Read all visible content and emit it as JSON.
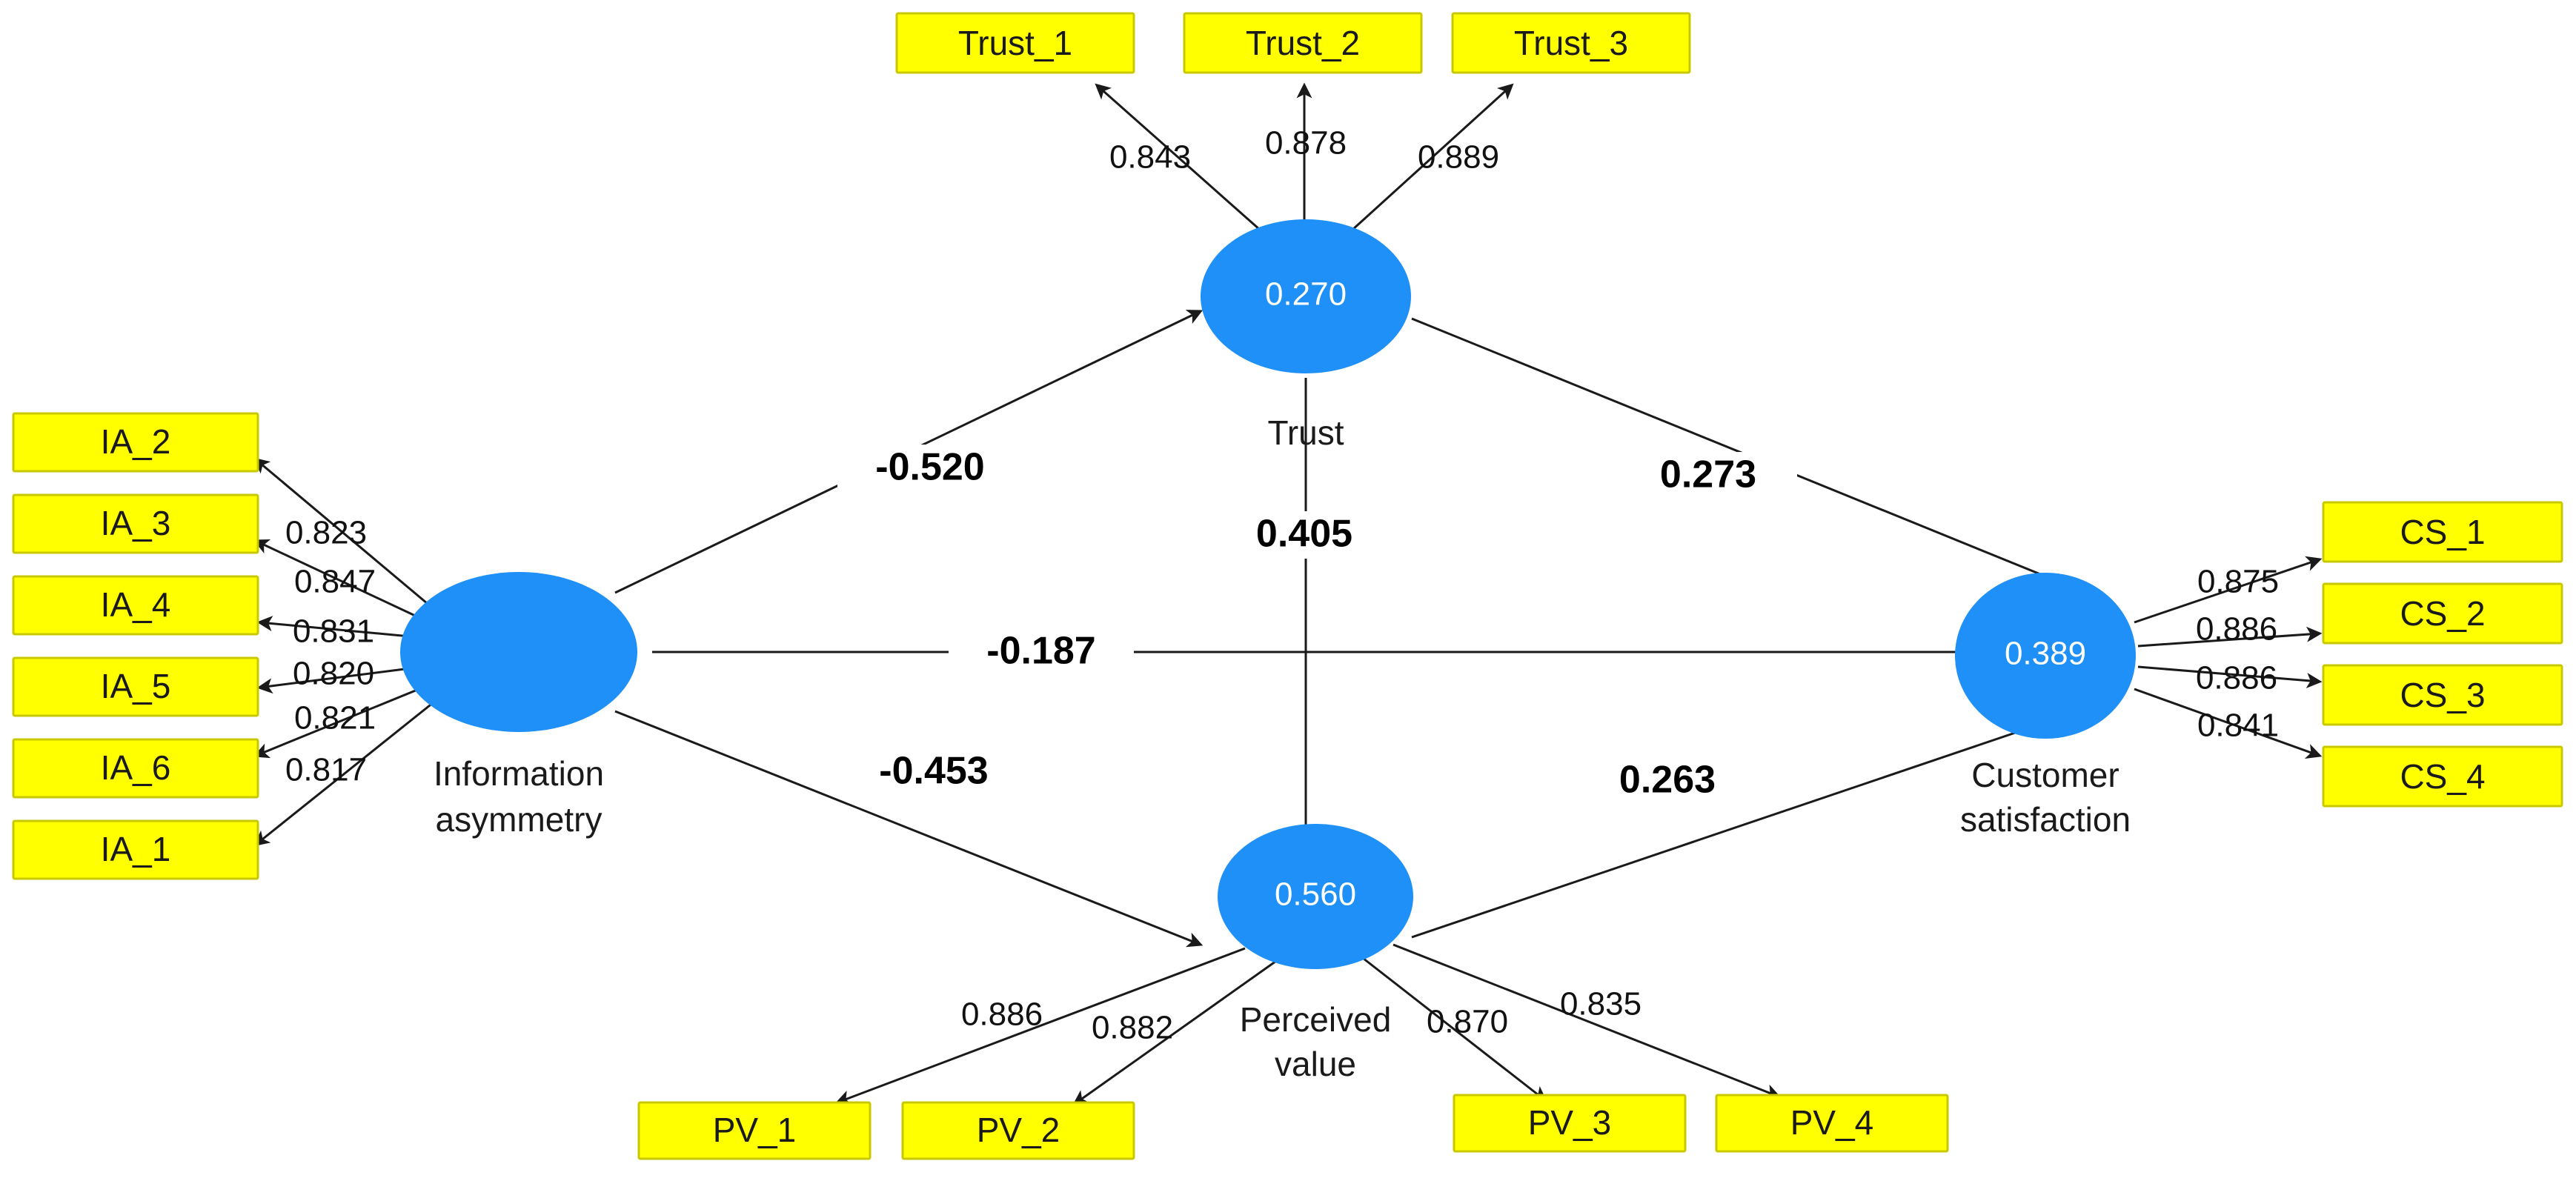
{
  "diagram": {
    "type": "sem-path-diagram",
    "background_color": "#ffffff",
    "indicator_fill": "#ffff00",
    "indicator_border": "#c8c800",
    "latent_fill": "#1e90f8",
    "latent_text_color": "#ffffff",
    "edge_color": "#1a1a1a"
  },
  "latents": {
    "information_asymmetry": {
      "name": "Information",
      "name_line2": "asymmetry",
      "r2": ""
    },
    "trust": {
      "name": "Trust",
      "name_line2": "",
      "r2": "0.270"
    },
    "perceived_value": {
      "name": "Perceived",
      "name_line2": "value",
      "r2": "0.560"
    },
    "customer_satisfaction": {
      "name": "Customer",
      "name_line2": "satisfaction",
      "r2": "0.389"
    }
  },
  "indicators": {
    "ia": [
      {
        "label": "IA_2",
        "loading": "0.823"
      },
      {
        "label": "IA_3",
        "loading": "0.847"
      },
      {
        "label": "IA_4",
        "loading": "0.831"
      },
      {
        "label": "IA_5",
        "loading": "0.820"
      },
      {
        "label": "IA_6",
        "loading": "0.821"
      },
      {
        "label": "IA_1",
        "loading": "0.817"
      }
    ],
    "trust": [
      {
        "label": "Trust_1",
        "loading": "0.843"
      },
      {
        "label": "Trust_2",
        "loading": "0.878"
      },
      {
        "label": "Trust_3",
        "loading": "0.889"
      }
    ],
    "pv": [
      {
        "label": "PV_1",
        "loading": "0.886"
      },
      {
        "label": "PV_2",
        "loading": "0.882"
      },
      {
        "label": "PV_3",
        "loading": "0.870"
      },
      {
        "label": "PV_4",
        "loading": "0.835"
      }
    ],
    "cs": [
      {
        "label": "CS_1",
        "loading": "0.875"
      },
      {
        "label": "CS_2",
        "loading": "0.886"
      },
      {
        "label": "CS_3",
        "loading": "0.886"
      },
      {
        "label": "CS_4",
        "loading": "0.841"
      }
    ]
  },
  "paths": [
    {
      "id": "ia-trust",
      "from": "Information asymmetry",
      "to": "Trust",
      "coefficient": "-0.520"
    },
    {
      "id": "ia-cs",
      "from": "Information asymmetry",
      "to": "Customer satisfaction",
      "coefficient": "-0.187"
    },
    {
      "id": "ia-pv",
      "from": "Information asymmetry",
      "to": "Perceived value",
      "coefficient": "-0.453"
    },
    {
      "id": "trust-pv",
      "from": "Trust",
      "to": "Perceived value",
      "coefficient": "0.405"
    },
    {
      "id": "trust-cs",
      "from": "Trust",
      "to": "Customer satisfaction",
      "coefficient": "0.273"
    },
    {
      "id": "pv-cs",
      "from": "Perceived value",
      "to": "Customer satisfaction",
      "coefficient": "0.263"
    }
  ],
  "chart_data": {
    "type": "diagram",
    "title": "",
    "measurement_model": {
      "Information asymmetry": {
        "IA_2": 0.823,
        "IA_3": 0.847,
        "IA_4": 0.831,
        "IA_5": 0.82,
        "IA_6": 0.821,
        "IA_1": 0.817
      },
      "Trust": {
        "Trust_1": 0.843,
        "Trust_2": 0.878,
        "Trust_3": 0.889
      },
      "Perceived value": {
        "PV_1": 0.886,
        "PV_2": 0.882,
        "PV_3": 0.87,
        "PV_4": 0.835
      },
      "Customer satisfaction": {
        "CS_1": 0.875,
        "CS_2": 0.886,
        "CS_3": 0.886,
        "CS_4": 0.841
      }
    },
    "structural_model": [
      {
        "from": "Information asymmetry",
        "to": "Trust",
        "beta": -0.52
      },
      {
        "from": "Information asymmetry",
        "to": "Perceived value",
        "beta": -0.453
      },
      {
        "from": "Information asymmetry",
        "to": "Customer satisfaction",
        "beta": -0.187
      },
      {
        "from": "Trust",
        "to": "Perceived value",
        "beta": 0.405
      },
      {
        "from": "Trust",
        "to": "Customer satisfaction",
        "beta": 0.273
      },
      {
        "from": "Perceived value",
        "to": "Customer satisfaction",
        "beta": 0.263
      }
    ],
    "r_squared": {
      "Trust": 0.27,
      "Perceived value": 0.56,
      "Customer satisfaction": 0.389
    }
  }
}
